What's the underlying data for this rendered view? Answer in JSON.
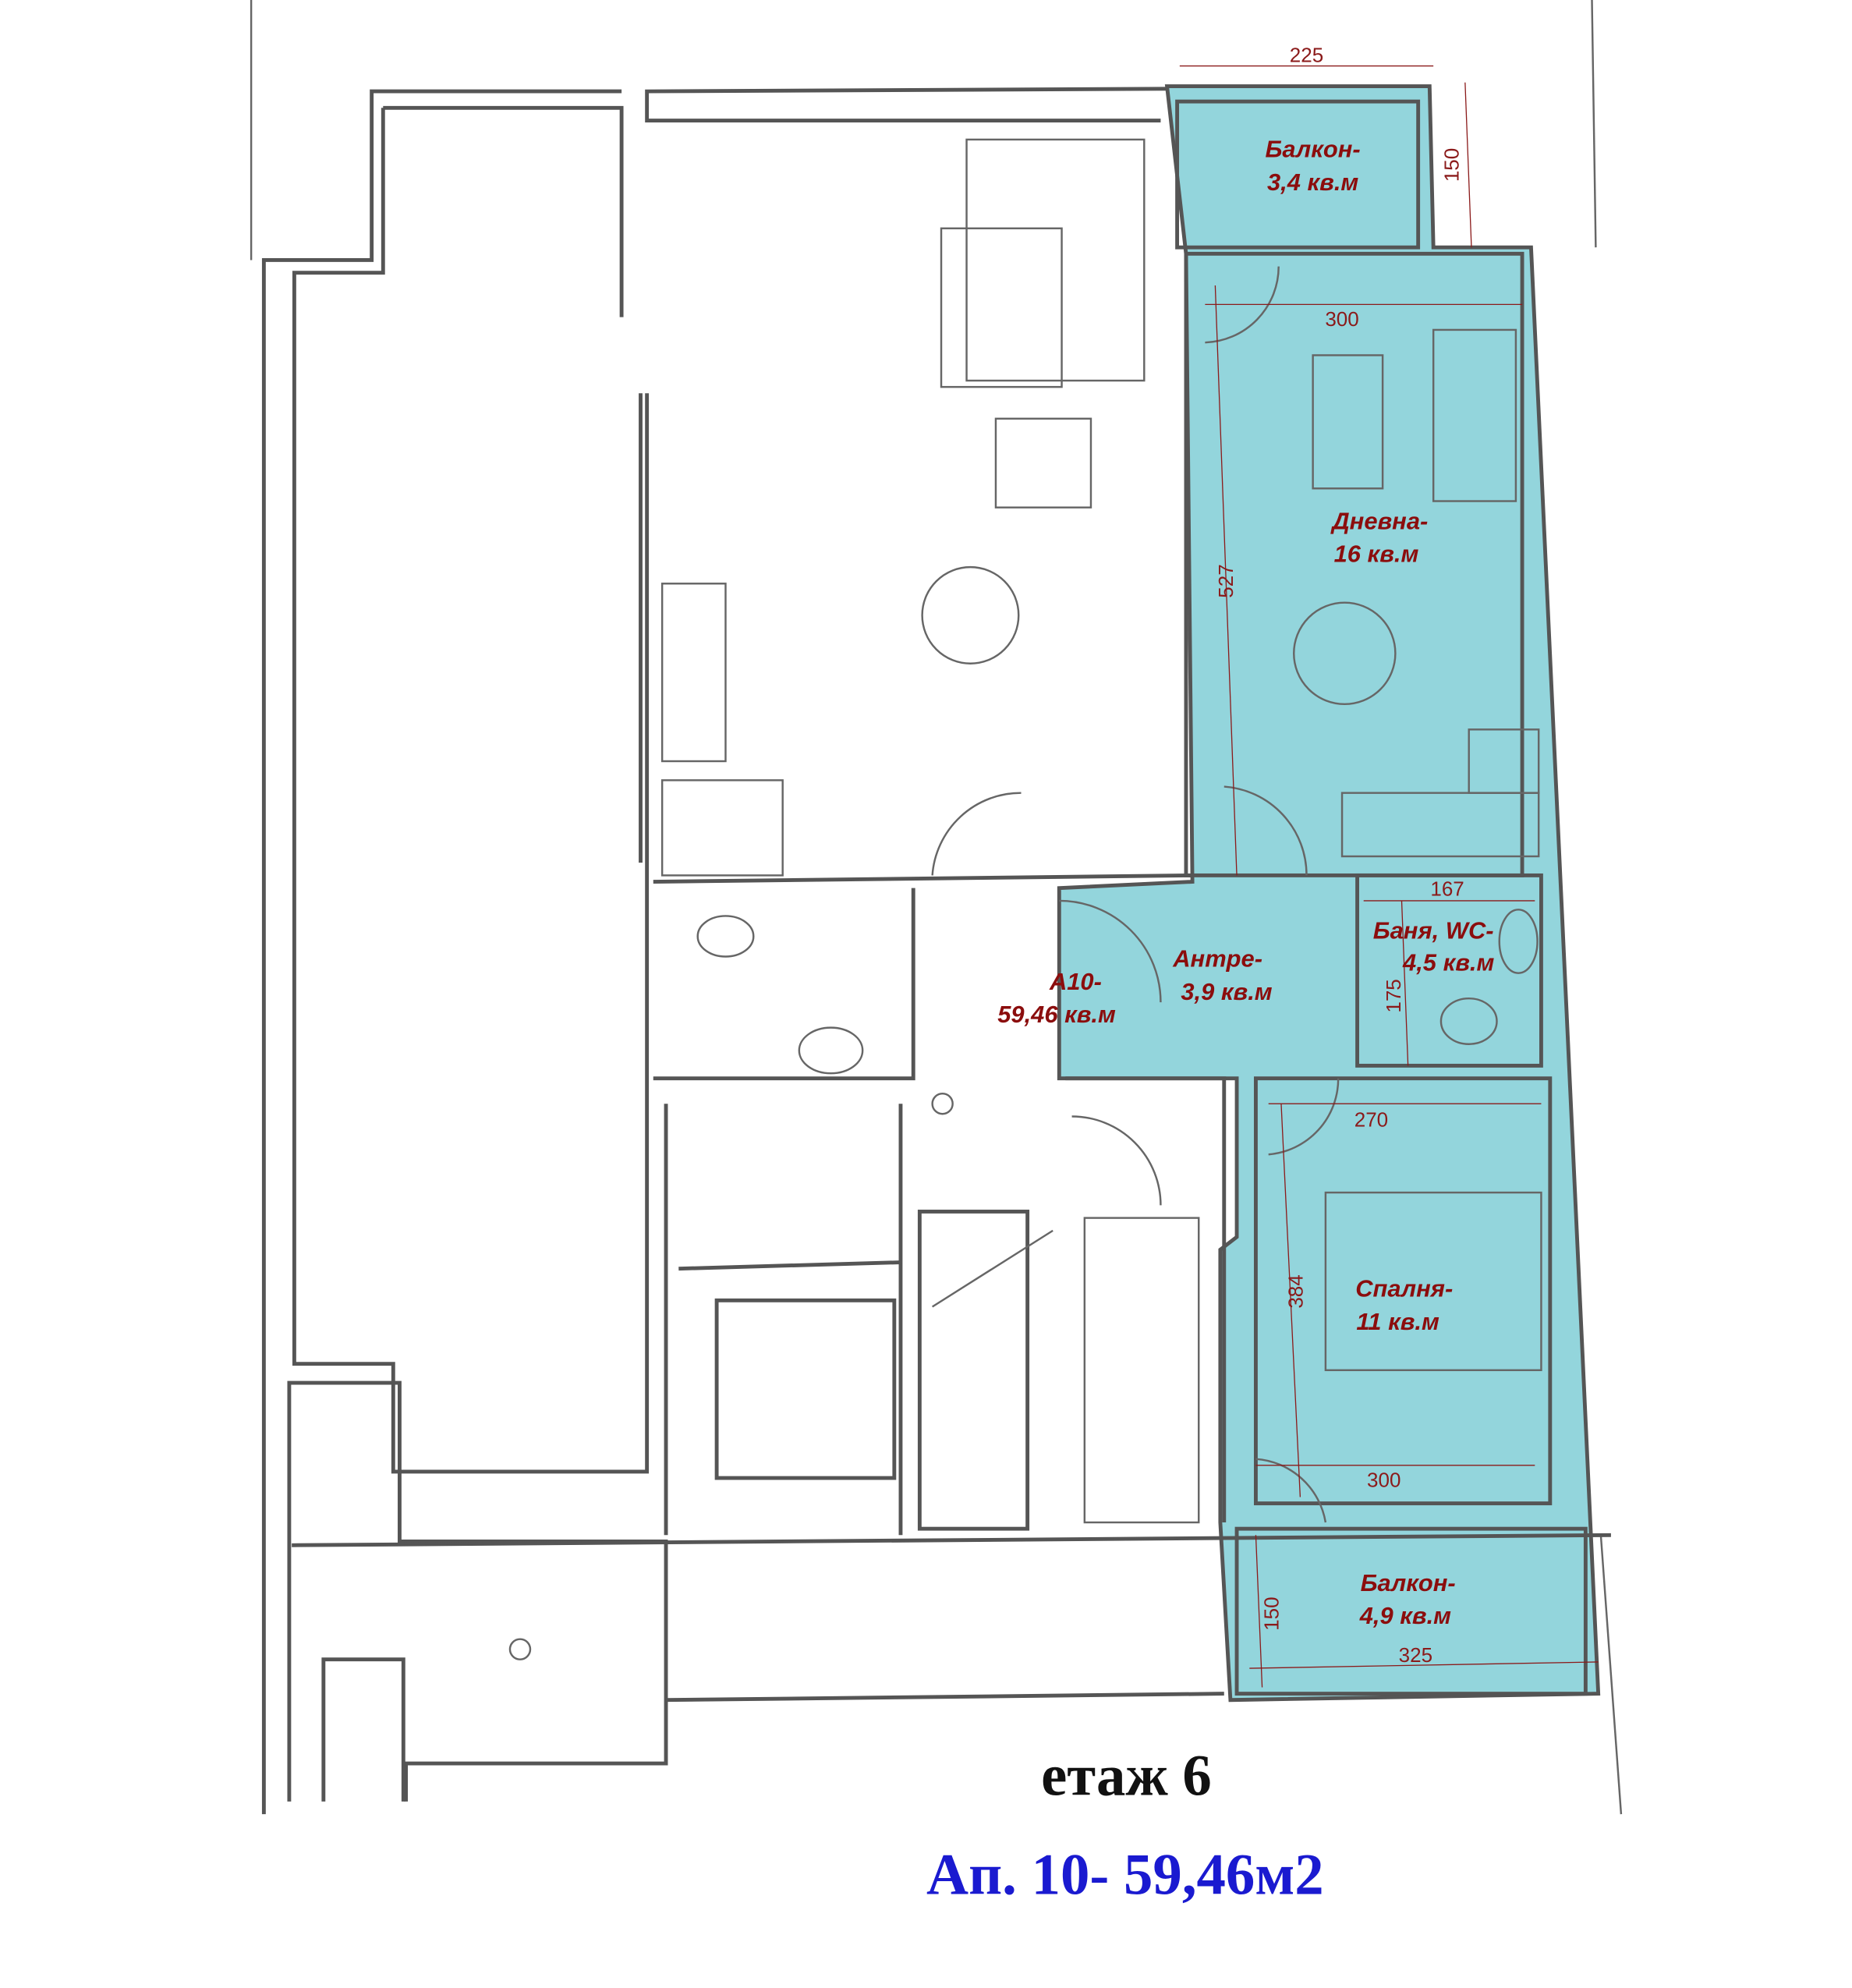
{
  "colors": {
    "apartment_fill": "#93d5dc",
    "label": "#8b0d0d",
    "title_blue": "#1a1ad0"
  },
  "rooms": {
    "balcony_top": {
      "name": "Балкон-",
      "area": "3,4 кв.м"
    },
    "living": {
      "name": "Дневна-",
      "area": "16 кв.м"
    },
    "entrance": {
      "name": "Антре-",
      "area": "3,9 кв.м"
    },
    "bathroom": {
      "name": "Баня, WC-",
      "area": "4,5 кв.м"
    },
    "apartment": {
      "name": "А10-",
      "area": "59,46 кв.м"
    },
    "bedroom": {
      "name": "Спалня-",
      "area": "11 кв.м"
    },
    "balcony_bottom": {
      "name": "Балкон-",
      "area": "4,9 кв.м"
    }
  },
  "dimensions": {
    "balcony_top_width": "225",
    "balcony_top_depth": "150",
    "living_width": "300",
    "living_length": "527",
    "bath_width": "167",
    "bath_length": "175",
    "bedroom_width": "270",
    "bedroom_length": "384",
    "bedroom_width_bottom": "300",
    "balcony_bottom_depth": "150",
    "balcony_bottom_width": "325"
  },
  "floor_label": "етаж 6",
  "apartment_title": "Ап. 10- 59,46м2"
}
